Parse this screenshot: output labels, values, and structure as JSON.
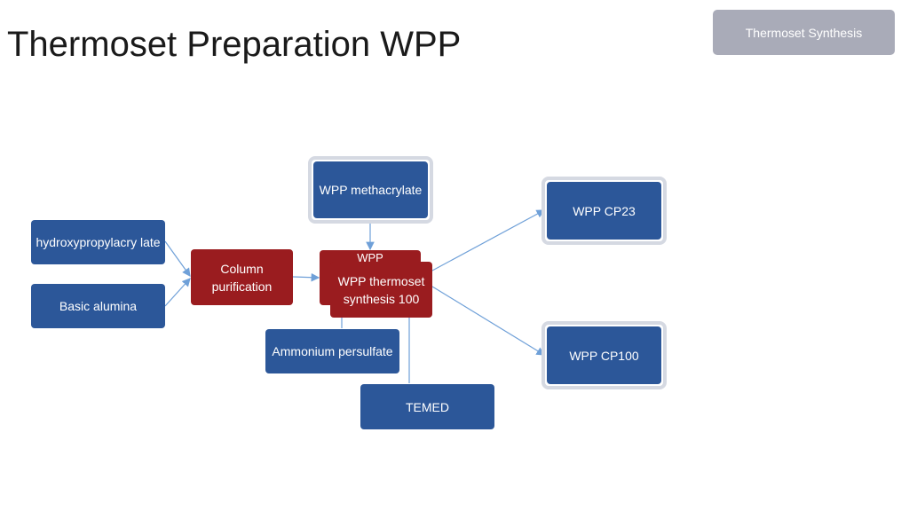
{
  "title": "Thermoset Preparation WPP",
  "tag": "Thermoset Synthesis",
  "nodes": {
    "hpa": "hydroxypropylacry late",
    "alumina": "Basic alumina",
    "column": "Column purification",
    "wpp_back": "WPP",
    "wpp_synth": "WPP thermoset synthesis 100",
    "methacrylate": "WPP methacrylate",
    "aps": "Ammonium persulfate",
    "temed": "TEMED",
    "cp23": "WPP CP23",
    "cp100": "WPP CP100"
  },
  "colors": {
    "blue": "#2c5799",
    "red": "#9a1c1f",
    "edge": "#6fa0d8",
    "tag": "#a9abb8"
  }
}
